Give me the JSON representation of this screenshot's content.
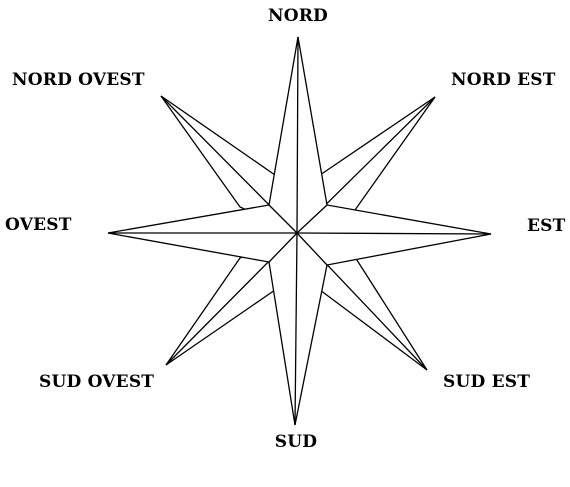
{
  "diagram": {
    "type": "compass-rose",
    "labels": {
      "north": "NORD",
      "north_east": "NORD EST",
      "east": "EST",
      "south_east": "SUD EST",
      "south": "SUD",
      "south_west": "SUD OVEST",
      "west": "OVEST",
      "north_west": "NORD OVEST"
    },
    "colors": {
      "stroke": "#000000",
      "fill": "#ffffff",
      "text": "#000000"
    }
  }
}
